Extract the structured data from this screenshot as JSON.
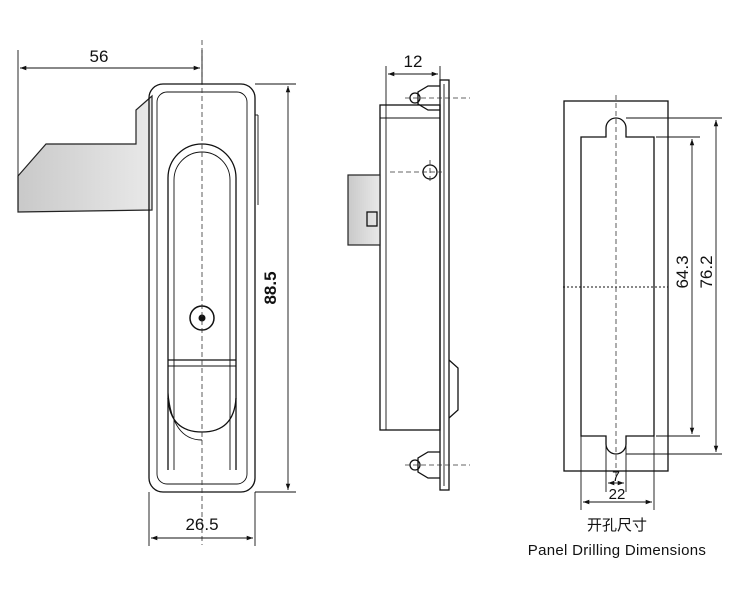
{
  "dimensions": {
    "handle_width": "56",
    "body_height": "88.5",
    "body_width": "26.5",
    "side_depth": "12",
    "cutout_inner_height": "64.3",
    "cutout_outer_height": "76.2",
    "slot_width": "7",
    "cutout_width": "22"
  },
  "caption": {
    "chinese": "开孔尺寸",
    "english": "Panel Drilling Dimensions"
  }
}
